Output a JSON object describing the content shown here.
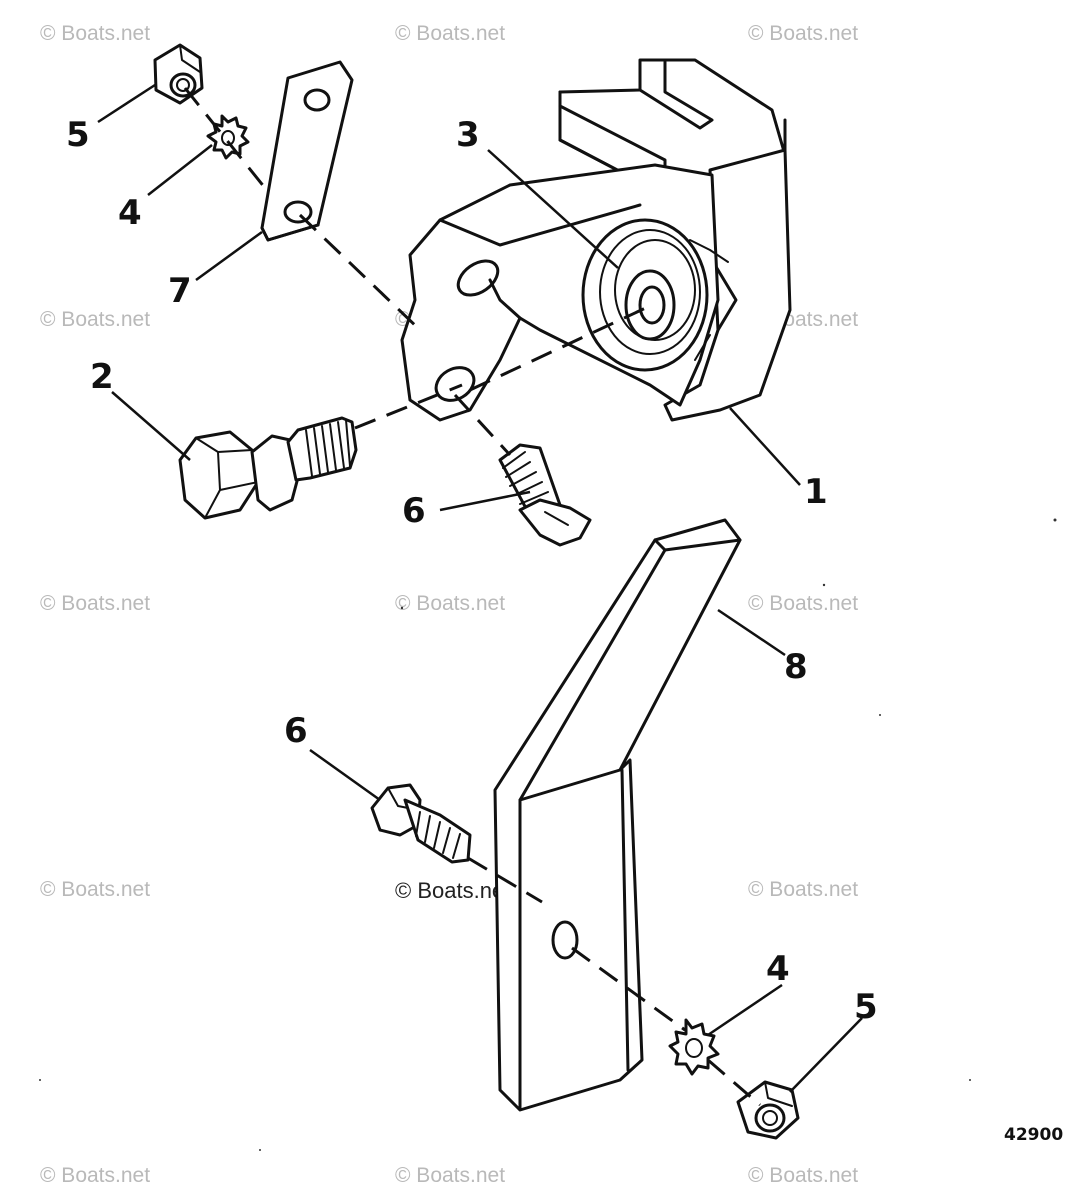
{
  "watermark": "© Boats.net",
  "diagram_number": "42900",
  "callouts": {
    "c1": "1",
    "c2": "2",
    "c3": "3",
    "c4a": "4",
    "c4b": "4",
    "c5a": "5",
    "c5b": "5",
    "c6a": "6",
    "c6b": "6",
    "c7": "7",
    "c8": "8"
  }
}
